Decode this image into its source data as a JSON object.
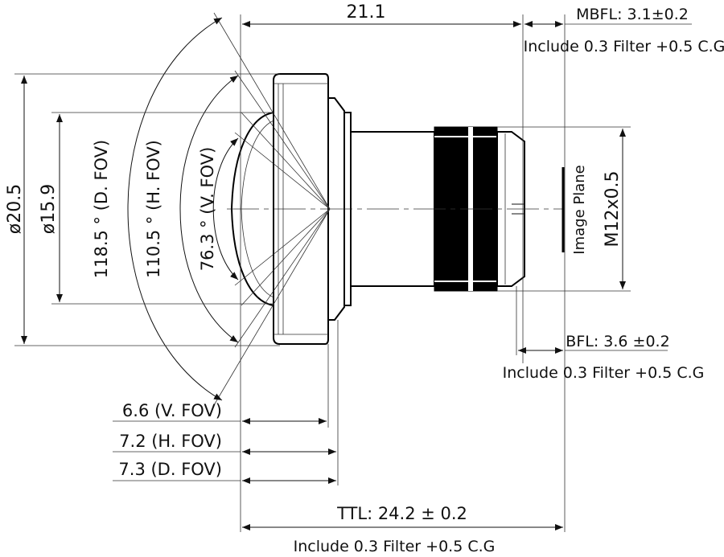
{
  "dims": {
    "overall_length": "21.1",
    "mbfl": "MBFL: 3.1±0.2",
    "include_note_top": "Include 0.3 Filter +0.5 C.G",
    "outer_diameter": "ø20.5",
    "inner_diameter": "ø15.9",
    "d_fov": "118.5 ° (D. FOV)",
    "h_fov": "110.5 ° (H. FOV)",
    "v_fov": "76.3 ° (V. FOV)",
    "image_plane": "Image Plane",
    "thread": "M12x0.5",
    "bfl": "BFL: 3.6 ±0.2",
    "include_note_mid": "Include 0.3 Filter +0.5 C.G",
    "v_fov_depth": "6.6 (V. FOV)",
    "h_fov_depth": "7.2 (H. FOV)",
    "d_fov_depth": "7.3 (D. FOV)",
    "ttl": "TTL: 24.2 ± 0.2",
    "include_note_bottom": "Include 0.3 Filter +0.5 C.G"
  }
}
